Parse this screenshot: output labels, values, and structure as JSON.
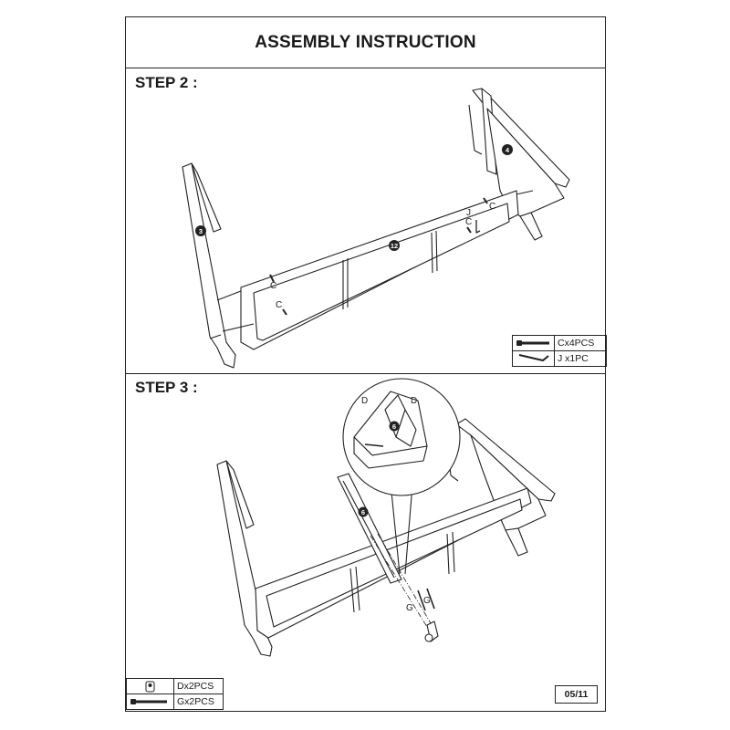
{
  "document": {
    "title": "ASSEMBLY INSTRUCTION",
    "page_number": "05/11"
  },
  "step2": {
    "label": "STEP 2 :",
    "part_callouts": {
      "side_left": "3",
      "side_right": "4",
      "back_panel": "12"
    },
    "hardware_callouts": {
      "c": "C",
      "j": "J"
    },
    "hardware_list": [
      {
        "icon": "bolt-icon",
        "qty": "Cx4PCS"
      },
      {
        "icon": "allen-key-icon",
        "qty": "J x1PC"
      }
    ]
  },
  "step3": {
    "label": "STEP 3 :",
    "part_callouts": {
      "rail": "6",
      "detail_rail": "6"
    },
    "hardware_callouts": {
      "d": "D",
      "g": "G"
    },
    "hardware_list": [
      {
        "icon": "cam-lock-icon",
        "qty": "Dx2PCS"
      },
      {
        "icon": "bolt-icon",
        "qty": "Gx2PCS"
      }
    ]
  }
}
